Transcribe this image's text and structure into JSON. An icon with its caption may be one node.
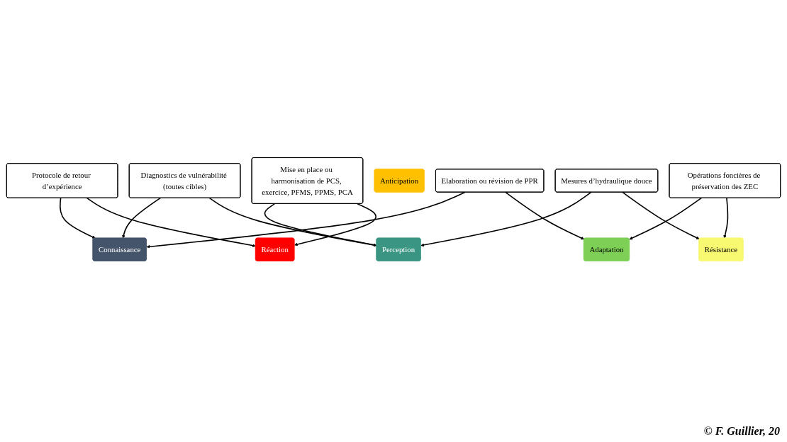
{
  "diagram": {
    "nodes": [
      {
        "text": [
          "Protocole de retour d’expérience"
        ]
      },
      {
        "text": [
          "Mise en place ou harmonisation de PCS, exercice, PFMS, PPMS, PCA"
        ]
      },
      {
        "text": [
          "Mesures d’hydraulique douce"
        ]
      },
      {
        "text": [
          "Connaissance"
        ]
      },
      {
        "text": [
          "Perception"
        ]
      },
      {
        "text": [
          "Adaptation"
        ]
      },
      {
        "text": [
          "Résistance"
        ]
      },
      {
        "text": [
          "Anticipation"
        ]
      },
      {
        "text": [
          "Réaction"
        ]
      },
      {
        "text": [
          "Diagnostics de vulnérabilité (toutes cibles)"
        ]
      },
      {
        "text": [
          "Opérations foncières de préservation des ZEC"
        ]
      },
      {
        "text": [
          "Elaboration ou révision de PPR"
        ]
      }
    ],
    "edges": [
      {
        "from": 0,
        "to": 3,
        "arrow": "to"
      },
      {
        "from": 0,
        "to": 8,
        "arrow": "to"
      },
      {
        "from": 1,
        "to": 4,
        "arrow": "to"
      },
      {
        "from": 1,
        "to": 8,
        "arrow": "to"
      },
      {
        "from": 2,
        "to": 4,
        "arrow": "to"
      },
      {
        "from": 2,
        "to": 6,
        "arrow": "to"
      },
      {
        "from": 9,
        "to": 3,
        "arrow": "to"
      },
      {
        "from": 9,
        "to": 4,
        "arrow": "to"
      },
      {
        "from": 10,
        "to": 5,
        "arrow": "to"
      },
      {
        "from": 10,
        "to": 6,
        "arrow": "to"
      },
      {
        "from": 11,
        "to": 3,
        "arrow": "to"
      },
      {
        "from": 11,
        "to": 5,
        "arrow": "to"
      }
    ],
    "labels": [
      "© F. Guillier, 20"
    ]
  }
}
